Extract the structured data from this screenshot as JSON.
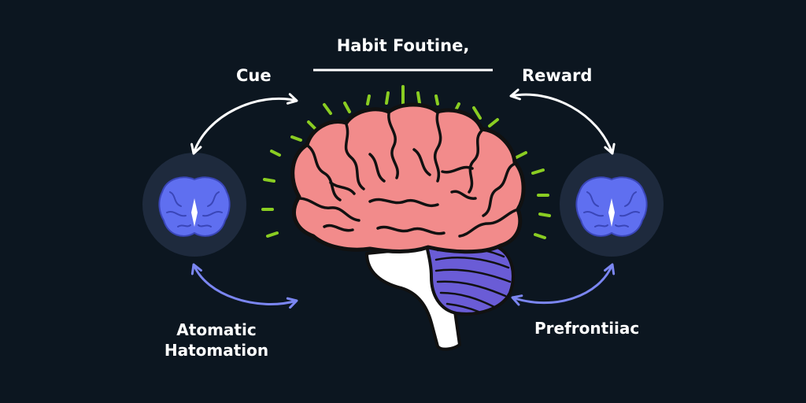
{
  "diagram": {
    "title": "Habit Foutine,",
    "cue_label": "Cue",
    "reward_label": "Reward",
    "bottom_left_label_line1": "Atomatic",
    "bottom_left_label_line2": "Hatomation",
    "bottom_right_label": "Prefrontiiac"
  },
  "colors": {
    "background": "#0c1620",
    "brain_cerebrum": "#f28b8b",
    "brain_outline": "#111111",
    "cerebellum": "#6a5cd6",
    "brainstem": "#ffffff",
    "activity_rays": "#8acd22",
    "arrow_top": "#ffffff",
    "arrow_bottom": "#7b86f2",
    "node_circle": "#1e2a3d",
    "node_brain": "#5f6ff0",
    "title_rule": "#ffffff"
  },
  "icons": {
    "central_brain": "brain-icon",
    "left_node": "small-brain-icon",
    "right_node": "small-brain-icon"
  }
}
